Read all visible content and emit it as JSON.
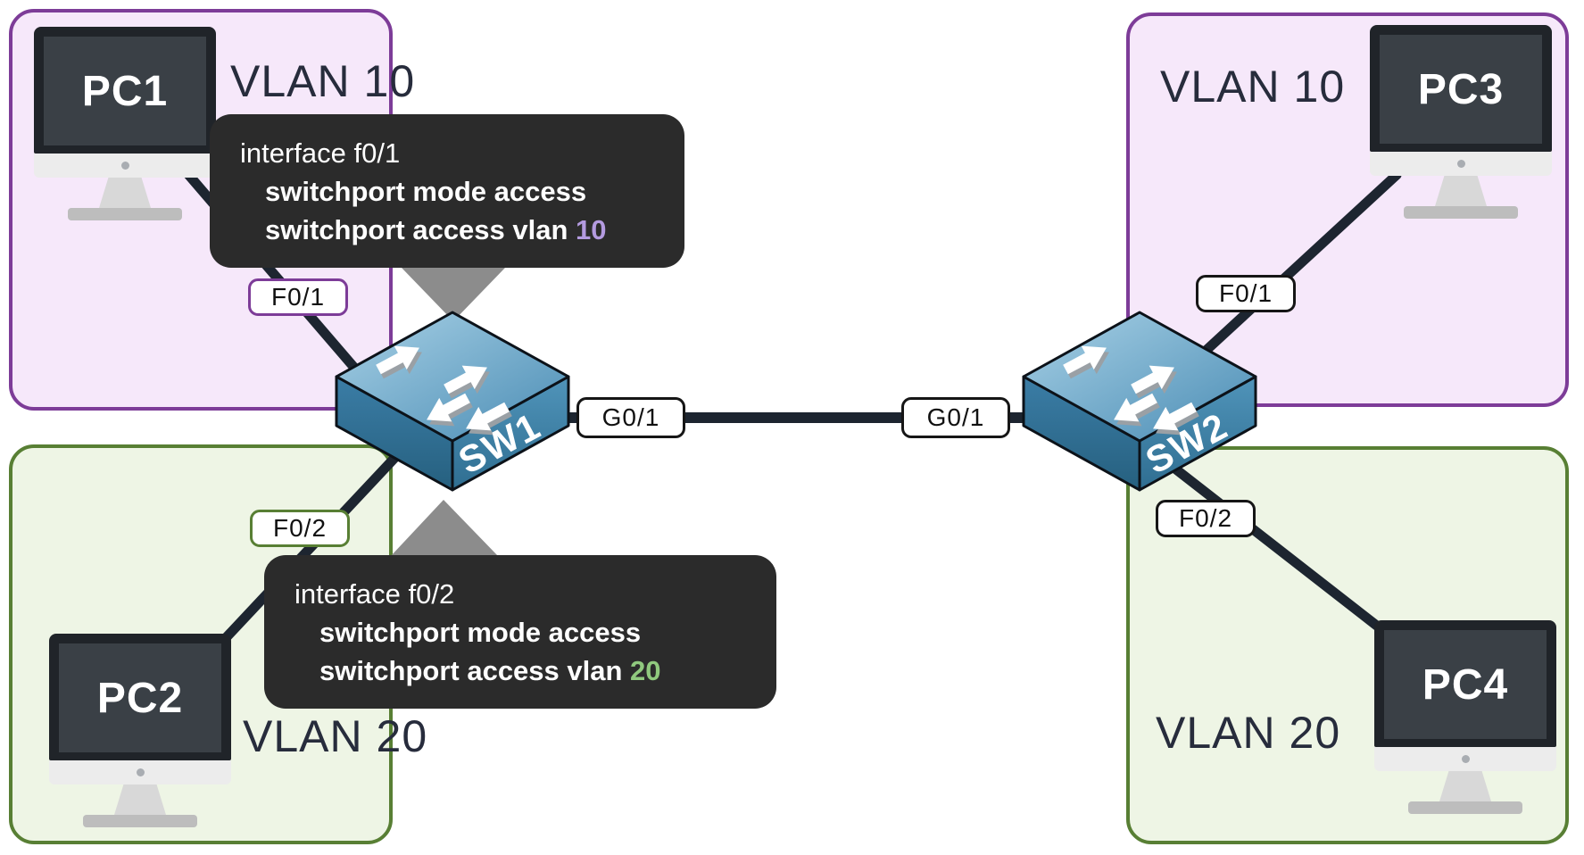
{
  "zones": {
    "top_left": {
      "vlan_label": "VLAN 10",
      "pc": "PC1"
    },
    "bottom_left": {
      "vlan_label": "VLAN 20",
      "pc": "PC2"
    },
    "top_right": {
      "vlan_label": "VLAN 10",
      "pc": "PC3"
    },
    "bottom_right": {
      "vlan_label": "VLAN 20",
      "pc": "PC4"
    }
  },
  "switches": [
    {
      "name": "SW1"
    },
    {
      "name": "SW2"
    }
  ],
  "ports": {
    "sw1_pc1": "F0/1",
    "sw1_pc2": "F0/2",
    "sw1_uplink": "G0/1",
    "sw2_uplink": "G0/1",
    "sw2_pc3": "F0/1",
    "sw2_pc4": "F0/2"
  },
  "tooltips": [
    {
      "line1": "interface f0/1",
      "line2": "switchport mode access",
      "line3_prefix": "switchport access vlan ",
      "vlan_number": "10",
      "vlan_number_color": "#b49be0"
    },
    {
      "line1": "interface f0/2",
      "line2": "switchport mode access",
      "line3_prefix": "switchport access vlan ",
      "vlan_number": "20",
      "vlan_number_color": "#90c97e"
    }
  ],
  "colors": {
    "vlan10_zone_fill": "#f6e8fa",
    "vlan10_zone_border": "#7d3c98",
    "vlan20_zone_fill": "#eef5e5",
    "vlan20_zone_border": "#587f34",
    "tooltip_background": "#2b2b2b",
    "cable": "#1d2530",
    "funnel_gray": "#8c8c8c",
    "vlan10_number_text": "#b49be0",
    "vlan20_number_text": "#90c97e"
  }
}
